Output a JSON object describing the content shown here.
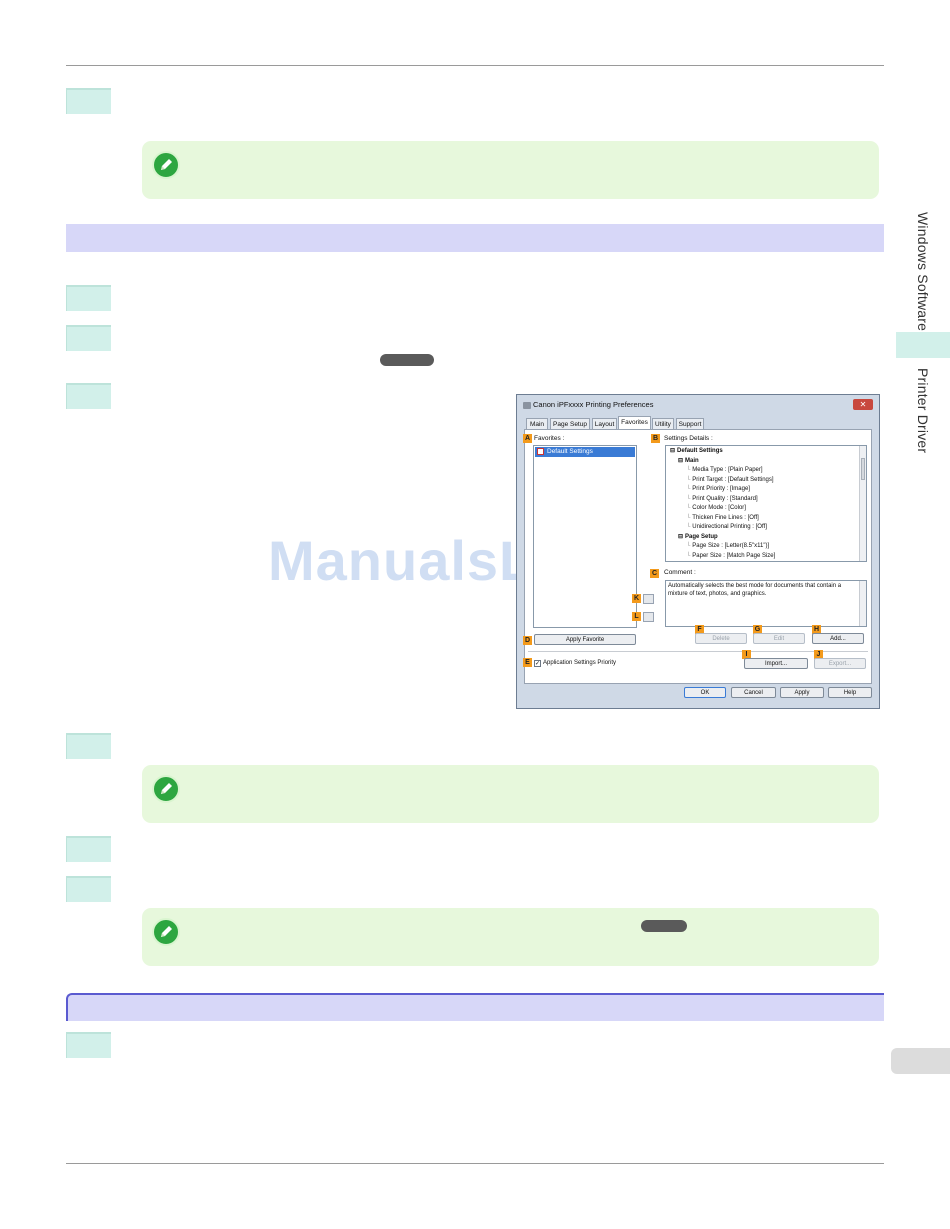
{
  "side_tabs": {
    "section_1": "Windows Software",
    "section_2": "Printer Driver"
  },
  "watermark": "ManualsLib.com",
  "dialog": {
    "title": "Canon iPFxxxx Printing Preferences",
    "close_glyph": "✕",
    "tabs": [
      "Main",
      "Page Setup",
      "Layout",
      "Favorites",
      "Utility",
      "Support"
    ],
    "active_tab": "Favorites",
    "favorites_label": "Favorites :",
    "favorites_items": [
      "Default Settings"
    ],
    "settings_details_label": "Settings Details :",
    "tree": [
      {
        "text": "Default Settings",
        "bold": true,
        "indent": 0,
        "prefix": "⊟"
      },
      {
        "text": "Main",
        "bold": true,
        "indent": 1,
        "prefix": "⊟"
      },
      {
        "text": "Media Type : [Plain Paper]",
        "bold": false,
        "indent": 2,
        "prefix": ""
      },
      {
        "text": "Print Target : [Default Settings]",
        "bold": false,
        "indent": 2,
        "prefix": ""
      },
      {
        "text": "Print Priority : [Image]",
        "bold": false,
        "indent": 2,
        "prefix": ""
      },
      {
        "text": "Print Quality : [Standard]",
        "bold": false,
        "indent": 2,
        "prefix": ""
      },
      {
        "text": "Color Mode : [Color]",
        "bold": false,
        "indent": 2,
        "prefix": ""
      },
      {
        "text": "Thicken Fine Lines : [Off]",
        "bold": false,
        "indent": 2,
        "prefix": ""
      },
      {
        "text": "Unidirectional Printing : [Off]",
        "bold": false,
        "indent": 2,
        "prefix": ""
      },
      {
        "text": "Page Setup",
        "bold": true,
        "indent": 1,
        "prefix": "⊟"
      },
      {
        "text": "Page Size : [Letter(8.5\"x11\")]",
        "bold": false,
        "indent": 2,
        "prefix": ""
      },
      {
        "text": "Paper Size : [Match Page Size]",
        "bold": false,
        "indent": 2,
        "prefix": ""
      }
    ],
    "comment_label": "Comment :",
    "comment_text": "Automatically selects the best mode for documents that contain a mixture of text, photos, and graphics.",
    "apply_favorite": "Apply Favorite",
    "app_priority_label": "Application Settings Priority",
    "app_priority_checked": true,
    "delete": "Delete",
    "edit": "Edit",
    "add": "Add...",
    "import": "Import...",
    "export": "Export...",
    "ok": "OK",
    "cancel": "Cancel",
    "apply": "Apply",
    "help": "Help",
    "callouts": {
      "A": "A",
      "B": "B",
      "C": "C",
      "D": "D",
      "E": "E",
      "F": "F",
      "G": "G",
      "H": "H",
      "I": "I",
      "J": "J",
      "K": "K",
      "L": "L"
    }
  },
  "colors": {
    "step_marker": "#d2f0ea",
    "note_background": "#e7f8dc",
    "note_icon": "#2da640",
    "section_bar": "#d7d7f8",
    "section_accent": "#5a5ad0",
    "callout": "#f39a1b"
  },
  "icons": {
    "note": "pencil-note-icon"
  }
}
